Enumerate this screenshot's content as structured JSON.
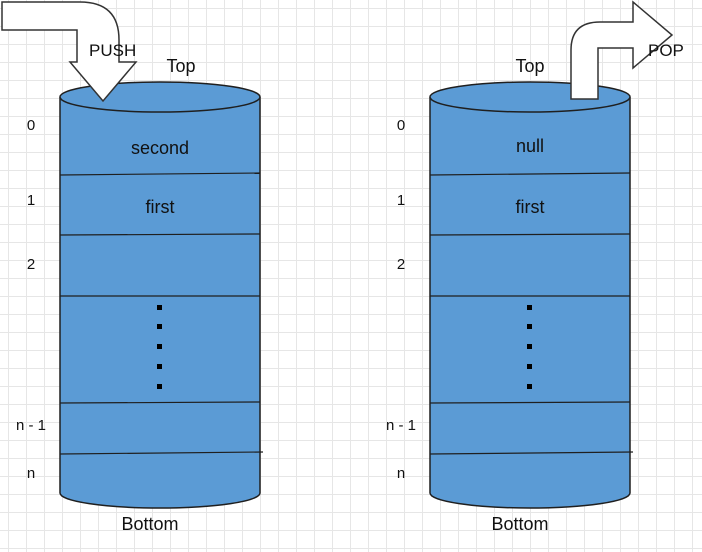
{
  "diagram": {
    "left_stack": {
      "operation_label": "PUSH",
      "top_label": "Top",
      "bottom_label": "Bottom",
      "cells": [
        "second",
        "first",
        "",
        "",
        "",
        ""
      ],
      "indices": [
        "0",
        "1",
        "2",
        "n - 1",
        "n"
      ]
    },
    "right_stack": {
      "operation_label": "POP",
      "top_label": "Top",
      "bottom_label": "Bottom",
      "cells": [
        "null",
        "first",
        "",
        "",
        "",
        ""
      ],
      "indices": [
        "0",
        "1",
        "2",
        "n - 1",
        "n"
      ]
    },
    "colors": {
      "cylinder_fill": "#5b9bd5",
      "cylinder_stroke": "#1f1f1f",
      "arrow_fill": "#ffffff",
      "arrow_stroke": "#333333"
    }
  }
}
